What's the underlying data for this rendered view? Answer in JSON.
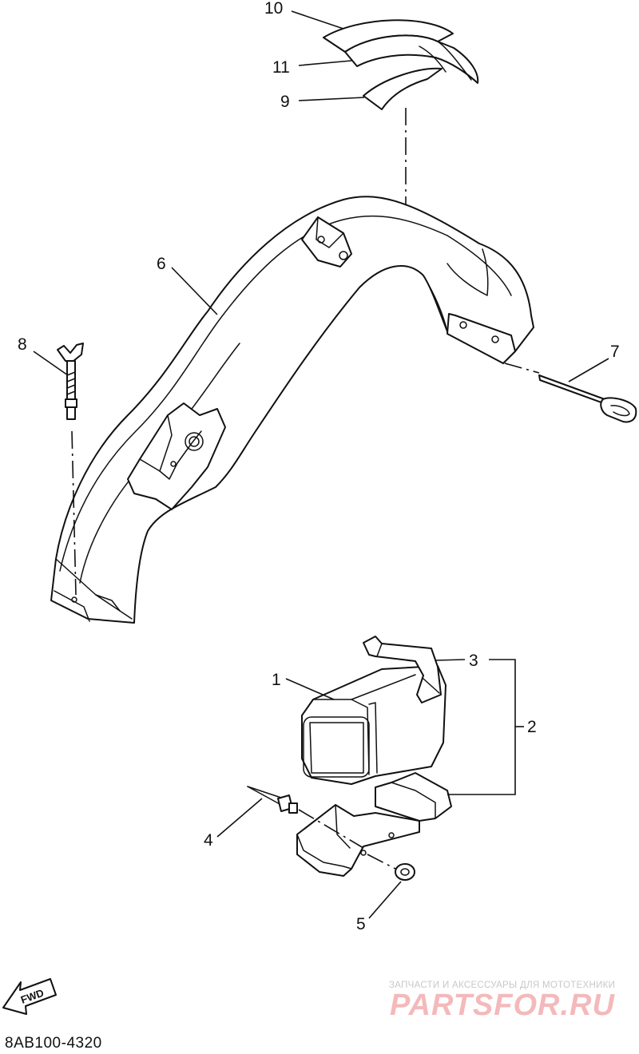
{
  "callouts": {
    "c1": "1",
    "c2": "2",
    "c3": "3",
    "c4": "4",
    "c5": "5",
    "c6": "6",
    "c7": "7",
    "c8": "8",
    "c9": "9",
    "c10": "10",
    "c11": "11"
  },
  "fwd_label": "FWD",
  "diagram_code": "8AB100-4320",
  "watermark": {
    "tagline": "ЗАПЧАСТИ И АКСЕССУАРЫ ДЛЯ МОТОТЕХНИКИ",
    "site": "PARTSFOR.RU"
  }
}
